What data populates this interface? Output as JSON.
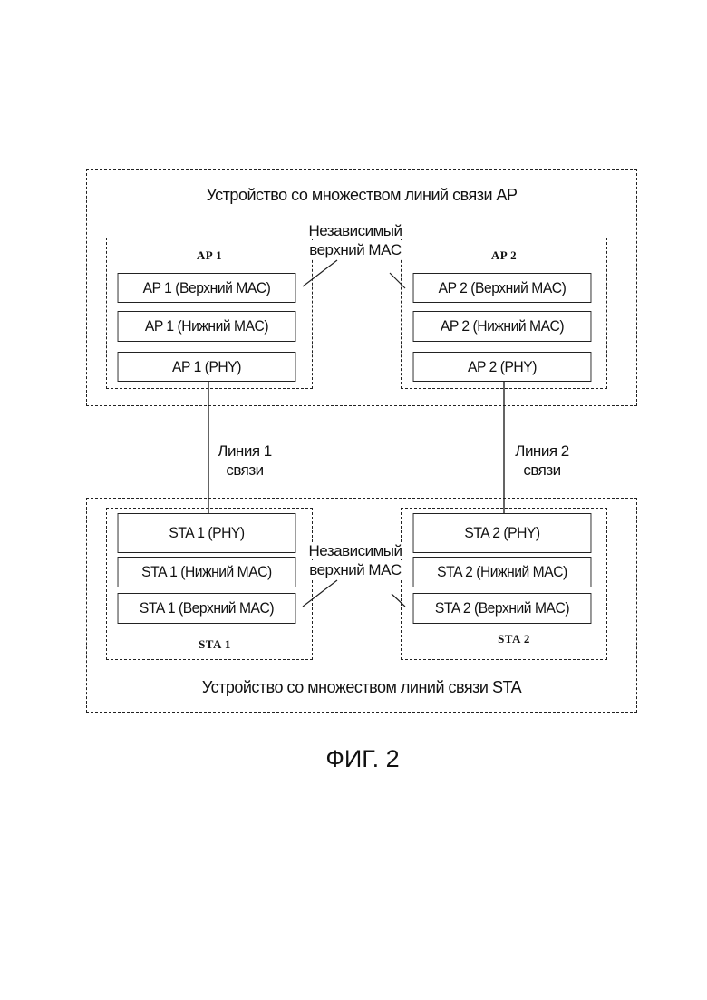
{
  "ap_device": {
    "title": "Устройство со множеством линий связи AP",
    "ap1": {
      "label": "AP 1",
      "upper": "AP 1 (Верхний MAC)",
      "lower": "AP 1 (Нижний MAC)",
      "phy": "AP 1 (PHY)"
    },
    "ap2": {
      "label": "AP 2",
      "upper": "AP 2 (Верхний MAC)",
      "lower": "AP 2 (Нижний MAC)",
      "phy": "AP 2 (PHY)"
    },
    "independent_mac": {
      "line1": "Независимый",
      "line2": "верхний MAC"
    }
  },
  "links": {
    "link1": {
      "line1": "Линия 1",
      "line2": "связи"
    },
    "link2": {
      "line1": "Линия 2",
      "line2": "связи"
    }
  },
  "sta_device": {
    "title": "Устройство со множеством линий связи STA",
    "sta1": {
      "label": "STA 1",
      "phy": "STA 1 (PHY)",
      "lower": "STA 1 (Нижний MAC)",
      "upper": "STA 1 (Верхний MAC)"
    },
    "sta2": {
      "label": "STA 2",
      "phy": "STA 2 (PHY)",
      "lower": "STA 2 (Нижний MAC)",
      "upper": "STA 2 (Верхний MAC)"
    },
    "independent_mac": {
      "line1": "Независимый",
      "line2": "верхний MAC"
    }
  },
  "figure_caption": "ФИГ. 2"
}
